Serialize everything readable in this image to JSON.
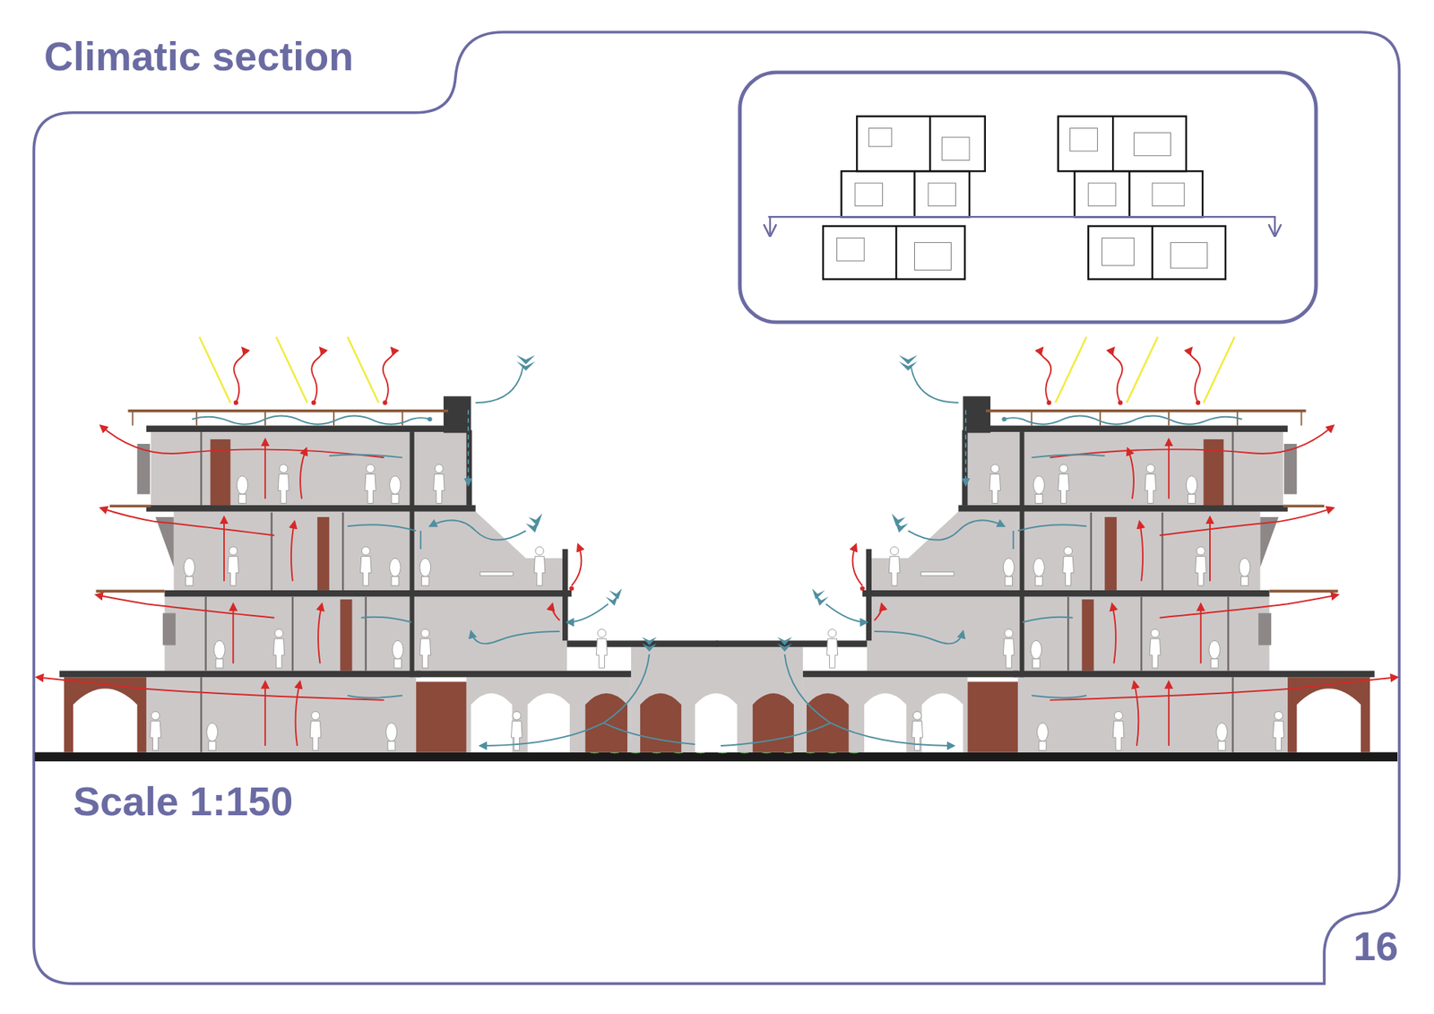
{
  "diagram": {
    "title": "Climatic section",
    "labels": [
      "Scale 1:150",
      "16"
    ]
  }
}
